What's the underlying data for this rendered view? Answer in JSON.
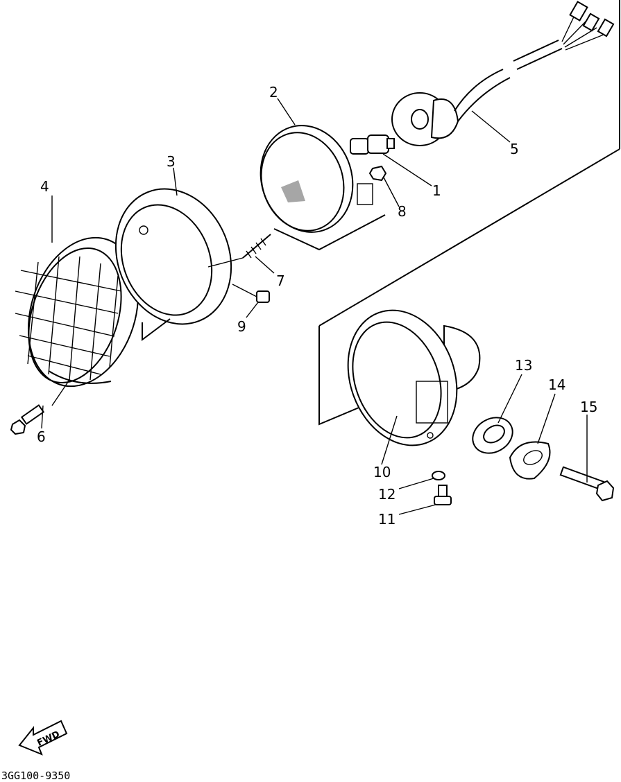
{
  "parts": [
    {
      "id": "1",
      "label": "1"
    },
    {
      "id": "2",
      "label": "2"
    },
    {
      "id": "3",
      "label": "3"
    },
    {
      "id": "4",
      "label": "4"
    },
    {
      "id": "5",
      "label": "5"
    },
    {
      "id": "6",
      "label": "6"
    },
    {
      "id": "7",
      "label": "7"
    },
    {
      "id": "8",
      "label": "8"
    },
    {
      "id": "9",
      "label": "9"
    },
    {
      "id": "10",
      "label": "10"
    },
    {
      "id": "11",
      "label": "11"
    },
    {
      "id": "12",
      "label": "12"
    },
    {
      "id": "13",
      "label": "13"
    },
    {
      "id": "14",
      "label": "14"
    },
    {
      "id": "15",
      "label": "15"
    }
  ],
  "fwd_label": "FWD",
  "diagram_code": "3GG100-9350"
}
